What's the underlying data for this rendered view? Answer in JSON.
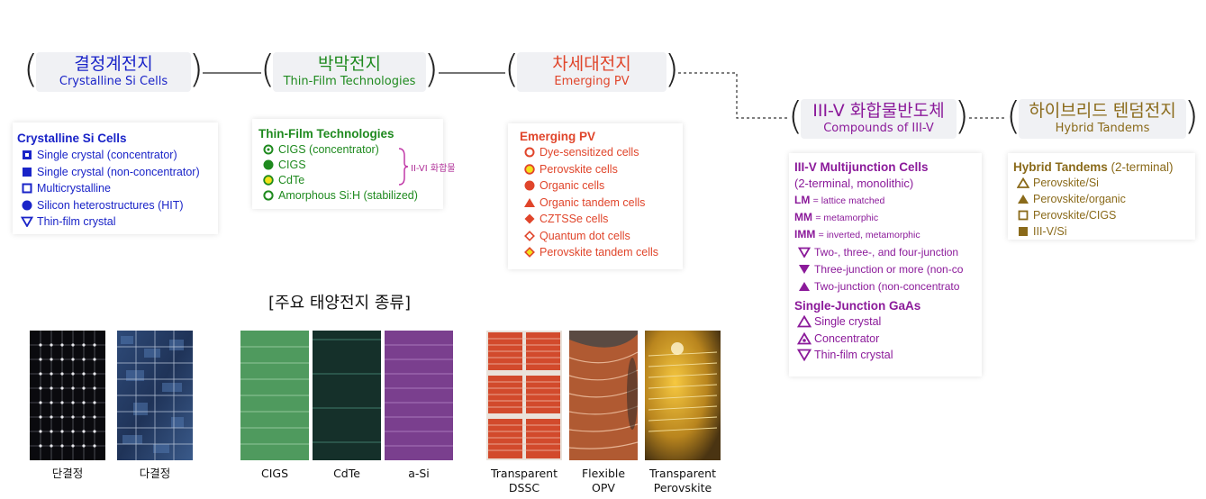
{
  "categories": {
    "crystalline": {
      "kor": "결정계전지",
      "eng": "Crystalline Si Cells",
      "color": "#1a24c8"
    },
    "thinfilm": {
      "kor": "박막전지",
      "eng": "Thin-Film Technologies",
      "color": "#1f8a1f"
    },
    "emerging": {
      "kor": "차세대전지",
      "eng": "Emerging PV",
      "color": "#e0452b"
    },
    "iiiv": {
      "kor": "III-V 화합물반도체",
      "eng": "Compounds of III-V",
      "color": "#8b1a9a"
    },
    "hybrid": {
      "kor": "하이브리드 텐덤전지",
      "eng": "Hybrid Tandems",
      "color": "#8a6a1a"
    }
  },
  "crystalline_panel": {
    "title": "Crystalline Si Cells",
    "items": [
      {
        "label": "Single crystal (concentrator)",
        "icon": "square-dot-icon"
      },
      {
        "label": "Single crystal (non-concentrator)",
        "icon": "filled-square-icon"
      },
      {
        "label": "Multicrystalline",
        "icon": "open-square-icon"
      },
      {
        "label": "Silicon heterostructures (HIT)",
        "icon": "filled-circle-icon"
      },
      {
        "label": "Thin-film crystal",
        "icon": "open-down-triangle-icon"
      }
    ]
  },
  "thinfilm_panel": {
    "title": "Thin-Film Technologies",
    "items": [
      {
        "label": "CIGS (concentrator)",
        "icon": "ring-dot-icon"
      },
      {
        "label": "CIGS",
        "icon": "filled-circle-icon"
      },
      {
        "label": "CdTe",
        "icon": "yellow-circle-icon"
      },
      {
        "label": "Amorphous Si:H (stabilized)",
        "icon": "open-circle-icon"
      }
    ],
    "bracket_label": "II-VI 화합물"
  },
  "emerging_panel": {
    "title": "Emerging PV",
    "items": [
      {
        "label": "Dye-sensitized cells",
        "icon": "open-circle-icon"
      },
      {
        "label": "Perovskite cells",
        "icon": "yellow-circle-icon"
      },
      {
        "label": "Organic cells",
        "icon": "filled-circle-icon"
      },
      {
        "label": "Organic tandem cells",
        "icon": "filled-triangle-icon"
      },
      {
        "label": "CZTSSe cells",
        "icon": "filled-diamond-icon"
      },
      {
        "label": "Quantum dot cells",
        "icon": "open-diamond-icon"
      },
      {
        "label": "Perovskite tandem cells",
        "icon": "yellow-diamond-icon"
      }
    ]
  },
  "iiiv_panel": {
    "title": "III-V Multijunction Cells",
    "subtitle": "(2-terminal, monolithic)",
    "abbrev": [
      {
        "key": "LM",
        "value": "= lattice matched"
      },
      {
        "key": "MM",
        "value": "= metamorphic"
      },
      {
        "key": "IMM",
        "value": "= inverted, metamorphic"
      }
    ],
    "items": [
      {
        "label": "Two-, three-, and four-junction",
        "icon": "open-down-triangle-icon"
      },
      {
        "label": "Three-junction or more (non-co",
        "icon": "filled-down-triangle-icon"
      },
      {
        "label": "Two-junction (non-concentrato",
        "icon": "filled-triangle-icon"
      }
    ],
    "title2": "Single-Junction GaAs",
    "items2": [
      {
        "label": "Single crystal",
        "icon": "open-triangle-icon"
      },
      {
        "label": "Concentrator",
        "icon": "open-triangle-dot-icon"
      },
      {
        "label": "Thin-film crystal",
        "icon": "open-down-triangle-icon"
      }
    ]
  },
  "hybrid_panel": {
    "title": "Hybrid Tandems",
    "title_suffix": "(2-terminal)",
    "items": [
      {
        "label": "Perovskite/Si",
        "icon": "open-triangle-icon"
      },
      {
        "label": "Perovskite/organic",
        "icon": "filled-triangle-icon"
      },
      {
        "label": "Perovskite/CIGS",
        "icon": "open-square-icon"
      },
      {
        "label": "III-V/Si",
        "icon": "filled-square-icon"
      }
    ]
  },
  "section_title": "[주요 태양전지 종류]",
  "photos": [
    {
      "caption": "단결정"
    },
    {
      "caption": "다결정"
    },
    {
      "caption": "CIGS"
    },
    {
      "caption": "CdTe"
    },
    {
      "caption": "a-Si"
    },
    {
      "caption": "Transparent\nDSSC"
    },
    {
      "caption": "Flexible\nOPV"
    },
    {
      "caption": "Transparent\nPerovskite"
    }
  ],
  "colors": {
    "blue": "#1a24c8",
    "green": "#1f8a1f",
    "orange": "#e0452b",
    "purple": "#8b1a9a",
    "gold": "#8a6a1a",
    "yellow_fill": "#f3e21b"
  }
}
